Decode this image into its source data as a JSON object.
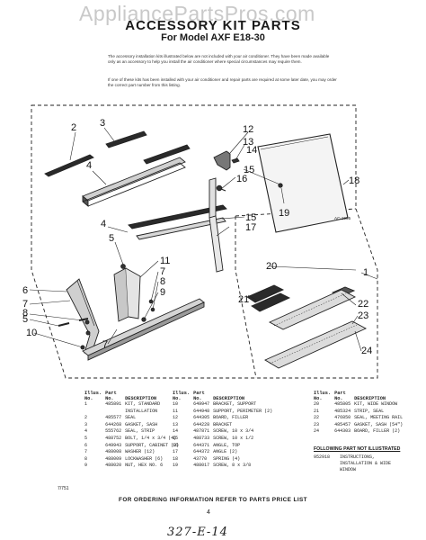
{
  "watermark": "AppliancePartsPros.com",
  "header": {
    "title": "ACCESSORY KIT PARTS",
    "subtitle": "For Model AXF E18-30"
  },
  "intro": {
    "paragraph1": "The accessory installation kits illustrated below are not included with your air conditioner. They have been made available only as an accessory to help you install the air conditioner where special circumstances may require them.",
    "paragraph2": "If one of these kits has been installed with your air conditioner and repair parts are required at some later date, you may order the correct part number from this listing."
  },
  "diagram": {
    "figure_code": "AC-1955",
    "callouts": [
      "1",
      "2",
      "3",
      "4",
      "5",
      "6",
      "7",
      "8",
      "9",
      "10",
      "11",
      "12",
      "13",
      "14",
      "15",
      "16",
      "17",
      "18",
      "19",
      "20",
      "21",
      "22",
      "23",
      "24"
    ]
  },
  "parts_tables": {
    "headers": {
      "illus": "Illus.",
      "no": "No.",
      "part": "Part",
      "part_no": "No.",
      "description": "DESCRIPTION"
    },
    "table1": [
      {
        "illus": "1",
        "part": "485891",
        "desc": "KIT, STANDARD"
      },
      {
        "illus": "",
        "part": "",
        "desc": "INSTALLATION"
      },
      {
        "illus": "2",
        "part": "485577",
        "desc": "SEAL"
      },
      {
        "illus": "3",
        "part": "644268",
        "desc": "GASKET, SASH"
      },
      {
        "illus": "4",
        "part": "555762",
        "desc": "SEAL, STRIP"
      },
      {
        "illus": "5",
        "part": "488752",
        "desc": "BOLT, 1/4 x 3/4 (4)"
      },
      {
        "illus": "6",
        "part": "649943",
        "desc": "SUPPORT, CABINET (2)"
      },
      {
        "illus": "7",
        "part": "488008",
        "desc": "WASHER (12)"
      },
      {
        "illus": "8",
        "part": "488009",
        "desc": "LOCKWASHER (6)"
      },
      {
        "illus": "9",
        "part": "488020",
        "desc": "NUT, HEX NO. 6"
      }
    ],
    "table2": [
      {
        "illus": "10",
        "part": "649947",
        "desc": "BRACKET, SUPPORT"
      },
      {
        "illus": "11",
        "part": "644948",
        "desc": "SUPPORT, PERIMETER (2)"
      },
      {
        "illus": "12",
        "part": "644305",
        "desc": "BOARD, FILLER"
      },
      {
        "illus": "13",
        "part": "644228",
        "desc": "BRACKET"
      },
      {
        "illus": "14",
        "part": "487871",
        "desc": "SCREW, 10 x 3/4"
      },
      {
        "illus": "15",
        "part": "488733",
        "desc": "SCREW, 10 x 1/2"
      },
      {
        "illus": "16",
        "part": "644371",
        "desc": "ANGLE, TOP"
      },
      {
        "illus": "17",
        "part": "644372",
        "desc": "ANGLE (2)"
      },
      {
        "illus": "18",
        "part": "43770",
        "desc": "SPRING (4)"
      },
      {
        "illus": "19",
        "part": "488017",
        "desc": "SCREW, 8 x 3/8"
      }
    ],
    "table3": [
      {
        "illus": "20",
        "part": "485805",
        "desc": "KIT, WIDE WINDOW"
      },
      {
        "illus": "21",
        "part": "485324",
        "desc": "STRIP, SEAL"
      },
      {
        "illus": "22",
        "part": "476850",
        "desc": "SEAL, MEETING RAIL"
      },
      {
        "illus": "23",
        "part": "485457",
        "desc": "GASKET, SASH (54\")"
      },
      {
        "illus": "24",
        "part": "644303",
        "desc": "BOARD, FILLER (2)"
      }
    ],
    "following_header": "FOLLOWING PART NOT ILLUSTRATED",
    "following_part": {
      "part": "952918",
      "desc_lines": [
        "INSTRUCTIONS,",
        "INSTALLATION & WIDE",
        "WINDOW"
      ]
    }
  },
  "footer": {
    "ordering": "FOR ORDERING INFORMATION REFER TO PARTS PRICE LIST",
    "page_number": "4",
    "code": "7/751",
    "handwritten": "327-E-14"
  }
}
